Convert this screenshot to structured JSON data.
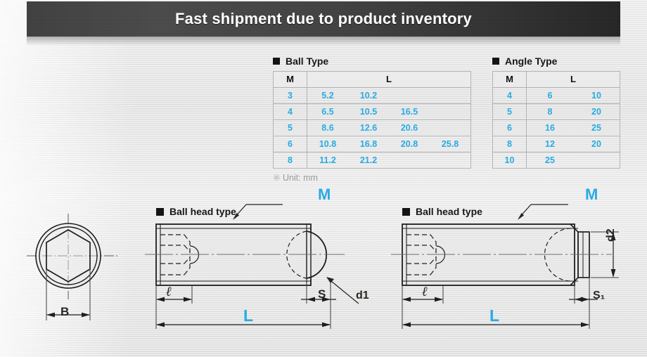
{
  "banner": {
    "title": "Fast shipment due to product inventory"
  },
  "tables": {
    "ball": {
      "title": "Ball Type",
      "bullet": "square-bullet",
      "columns": [
        "M",
        "L"
      ],
      "rows": [
        {
          "m": "3",
          "l": [
            "5.2",
            "10.2"
          ]
        },
        {
          "m": "4",
          "l": [
            "6.5",
            "10.5",
            "16.5"
          ]
        },
        {
          "m": "5",
          "l": [
            "8.6",
            "12.6",
            "20.6"
          ]
        },
        {
          "m": "6",
          "l": [
            "10.8",
            "16.8",
            "20.8",
            "25.8"
          ]
        },
        {
          "m": "8",
          "l": [
            "11.2",
            "21.2"
          ]
        }
      ]
    },
    "angle": {
      "title": "Angle Type",
      "bullet": "square-bullet",
      "columns": [
        "M",
        "L"
      ],
      "rows": [
        {
          "m": "4",
          "l": [
            "6",
            "10"
          ]
        },
        {
          "m": "5",
          "l": [
            "8",
            "20"
          ]
        },
        {
          "m": "6",
          "l": [
            "16",
            "25"
          ]
        },
        {
          "m": "8",
          "l": [
            "12",
            "20"
          ]
        },
        {
          "m": "10",
          "l": [
            "25"
          ]
        }
      ]
    },
    "unit_note": {
      "mark": "※",
      "text": "Unit: mm"
    }
  },
  "diagrams": {
    "end_view": {
      "name": "hex-socket-end-view",
      "dimension_label": "B"
    },
    "ball_head": {
      "title": "Ball head type",
      "callout": "M",
      "labels": {
        "l": "ℓ",
        "s": "S",
        "d1": "d1",
        "L": "L"
      }
    },
    "angle_head": {
      "title": "Ball head type",
      "callout": "M",
      "labels": {
        "l": "ℓ",
        "s1": "S₁",
        "d2": "d2",
        "L": "L"
      }
    }
  },
  "colors": {
    "accent_cyan": "#29abe2",
    "banner_dark": "#3f3f3f",
    "line_dark": "#1e1e1e",
    "label_dark": "#2a2622"
  }
}
